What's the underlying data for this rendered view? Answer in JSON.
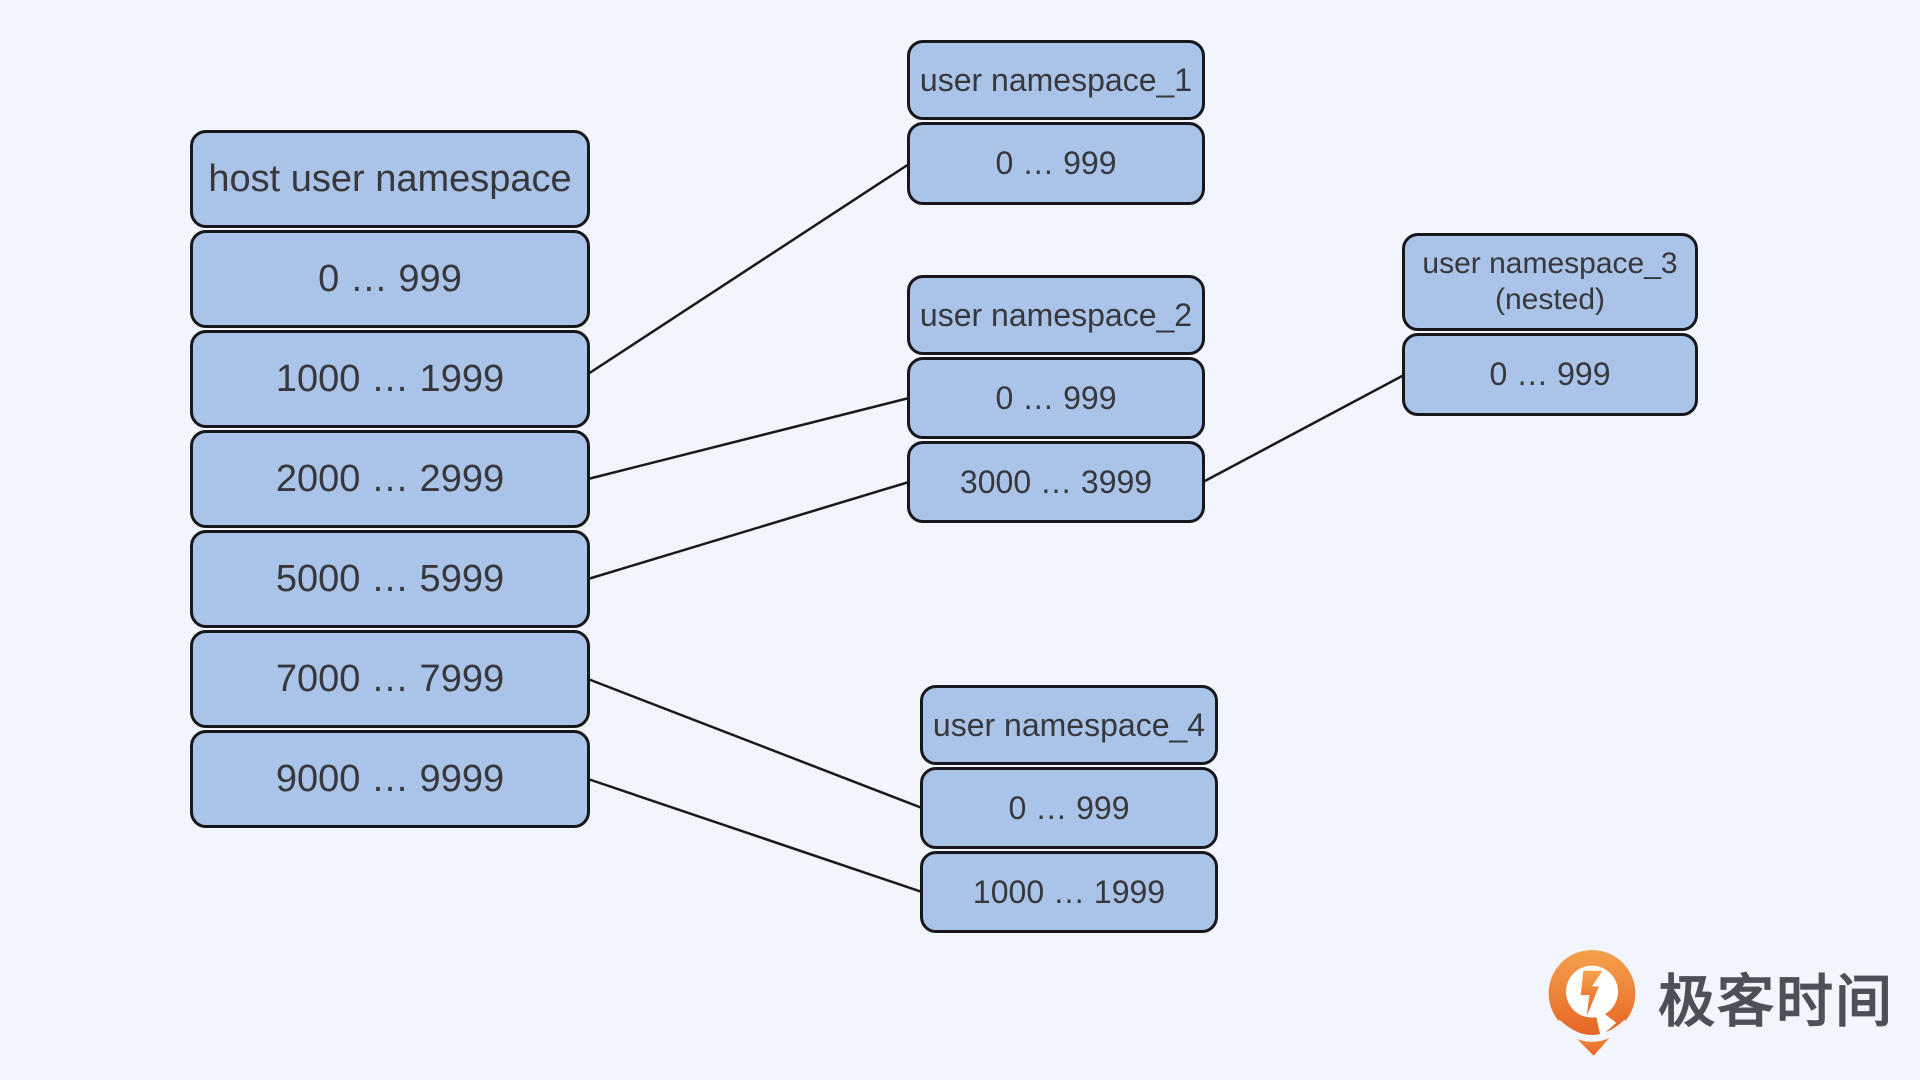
{
  "background_color": "#f2f5fb",
  "box_fill_color": "#aac3e8",
  "box_border_color": "#17171c",
  "text_color": "#38383c",
  "line_color": "#1a1a1a",
  "diagram": {
    "host": {
      "title": "host user namespace",
      "ranges": [
        "0 … 999",
        "1000 … 1999",
        "2000 … 2999",
        "5000 … 5999",
        "7000 … 7999",
        "9000 … 9999"
      ]
    },
    "namespaces": [
      {
        "title": "user namespace_1",
        "subtitle": "",
        "ranges": [
          "0 … 999"
        ]
      },
      {
        "title": "user namespace_2",
        "subtitle": "",
        "ranges": [
          "0 … 999",
          "3000 … 3999"
        ]
      },
      {
        "title": "user namespace_3",
        "subtitle": "(nested)",
        "ranges": [
          "0 … 999"
        ]
      },
      {
        "title": "user namespace_4",
        "subtitle": "",
        "ranges": [
          "0 … 999",
          "1000 … 1999"
        ]
      }
    ],
    "connections": [
      {
        "from": "host user namespace: 1000 … 1999",
        "to": "user namespace_1: 0 … 999"
      },
      {
        "from": "host user namespace: 2000 … 2999",
        "to": "user namespace_2: 0 … 999"
      },
      {
        "from": "host user namespace: 5000 … 5999",
        "to": "user namespace_2: 3000 … 3999"
      },
      {
        "from": "user namespace_2: 3000 … 3999",
        "to": "user namespace_3 (nested): 0 … 999"
      },
      {
        "from": "host user namespace: 7000 … 7999",
        "to": "user namespace_4: 0 … 999"
      },
      {
        "from": "host user namespace: 9000 … 9999",
        "to": "user namespace_4: 1000 … 1999"
      }
    ]
  },
  "logo": {
    "brand_name": "极客时间",
    "accent_orange": "#ec7a2f",
    "text_color": "#4b5059"
  }
}
